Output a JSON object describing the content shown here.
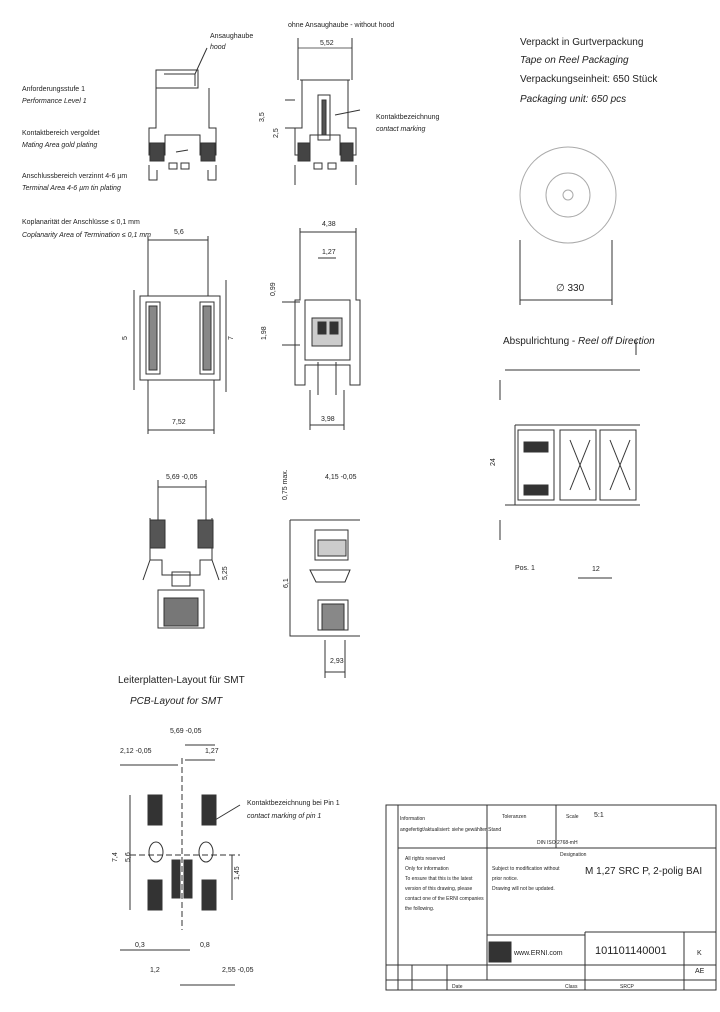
{
  "top_left_notes": {
    "hood_de": "Ansaughaube",
    "hood_en": "hood",
    "perf_de": "Anforderungsstufe 1",
    "perf_en": "Performance Level 1",
    "mating_de": "Kontaktbereich vergoldet",
    "mating_en": "Mating Area gold plating",
    "terminal_de": "Anschlussbereich verzinnt 4-6 µm",
    "terminal_en": "Terminal Area 4-6 µm tin plating",
    "coplanar_de": "Koplanarität der Anschlüsse ≤ 0,1 mm",
    "coplanar_en": "Coplanarity Area of Termination ≤ 0,1 mm"
  },
  "top_mid_notes": {
    "without_hood": "ohne Ansaughaube - without hood",
    "contact_de": "Kontaktbezeichnung",
    "contact_en": "contact marking"
  },
  "packaging": {
    "de_title": "Verpackt in Gurtverpackung",
    "en_title": "Tape on Reel Packaging",
    "unit_de": "Verpackungseinheit: 650 Stück",
    "unit_en": "Packaging unit: 650 pcs",
    "reel_dim": "∅ 330"
  },
  "reel_off": {
    "title_de": "Abspulrichtung - ",
    "title_en": "Reel off Direction",
    "pos1": "Pos. 1",
    "pitch": "12",
    "tape_width": "24"
  },
  "dims": {
    "d552": "5,52",
    "d35": "3,5",
    "d25": "2,5",
    "d56": "5,6",
    "d438": "4,38",
    "d127": "1,27",
    "d099": "0,99",
    "d198": "1,98",
    "d752": "7,52",
    "d398": "3,98",
    "d5": "5",
    "d7": "7",
    "d569": "5,69 -0,05",
    "d075": "0,75 max.",
    "d415": "4,15 -0,05",
    "d525": "5,25",
    "d61": "6,1",
    "d293": "2,93"
  },
  "pcb": {
    "title_de": "Leiterplatten-Layout für SMT",
    "title_en": "PCB-Layout for SMT",
    "d569": "5,69 -0,05",
    "d127": "1,27",
    "d212": "2,12 -0,05",
    "pin1_de": "Kontaktbezeichnung bei Pin 1",
    "pin1_en": "contact marking of pin 1",
    "d74": "7,4",
    "d56": "5,6",
    "d145": "1,45",
    "d03": "0,3",
    "d08": "0,8",
    "d12": "1,2",
    "d255": "2,55 -0,05"
  },
  "title_block": {
    "info_label": "Information",
    "info_text": "angefertigt/aktualisiert: siehe gewählter Stand",
    "tolerances_label": "Toleranzen",
    "scale_label": "Scale",
    "scale_value": "5:1",
    "projection": "DIN ISO 2768-mH",
    "rights": "All rights reserved",
    "only_info": "Only for information",
    "make_sure": "To ensure that this is the latest",
    "version": "version of this drawing, please",
    "contact": "contact one of the ERNI companies",
    "following": "the following.",
    "subject": "Subject to modification without",
    "prior": "prior notice.",
    "uncontrolled": "Drawing will not be updated.",
    "designation_label": "Designation",
    "designation": "M 1,27 SRC P, 2-polig BAI",
    "website": "www.ERNI.com",
    "partno": "101101140001",
    "sheet_label": "K",
    "rev": "AE",
    "date_label": "Date",
    "class_label": "Class",
    "class_value": "SRCP"
  }
}
